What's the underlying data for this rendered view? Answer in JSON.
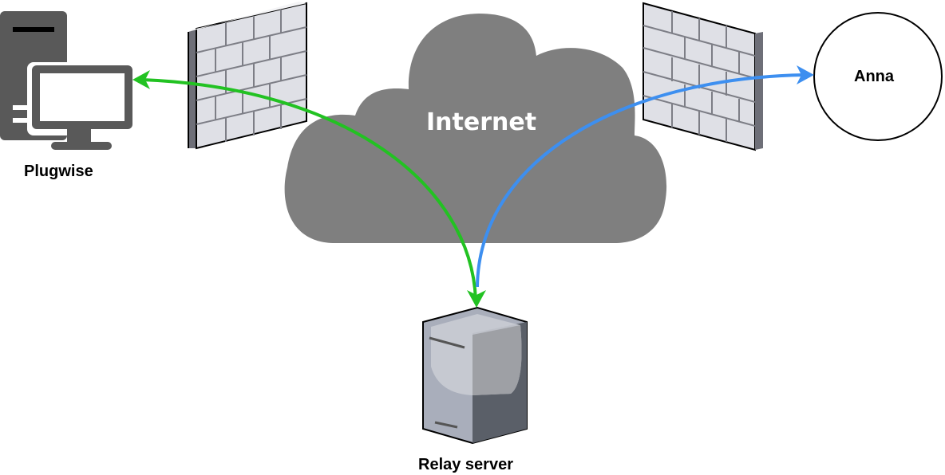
{
  "nodes": {
    "plugwise": {
      "label": "Plugwise",
      "icon": "desktop-computer-icon"
    },
    "internet": {
      "label": "Internet",
      "icon": "cloud-icon"
    },
    "relay": {
      "label": "Relay server",
      "icon": "server-tower-icon"
    },
    "anna": {
      "label": "Anna",
      "shape": "circle"
    },
    "firewall_left": {
      "icon": "firewall-icon"
    },
    "firewall_right": {
      "icon": "firewall-icon"
    }
  },
  "edges": [
    {
      "from": "relay",
      "to": "plugwise",
      "color": "#22c222",
      "bidirectional": true
    },
    {
      "from": "relay",
      "to": "anna",
      "color": "#3d8ff0",
      "direction": "to-anna"
    }
  ],
  "colors": {
    "cloud": "#7f7f7f",
    "icon_dark": "#595959",
    "green": "#22c222",
    "blue": "#3d8ff0"
  }
}
